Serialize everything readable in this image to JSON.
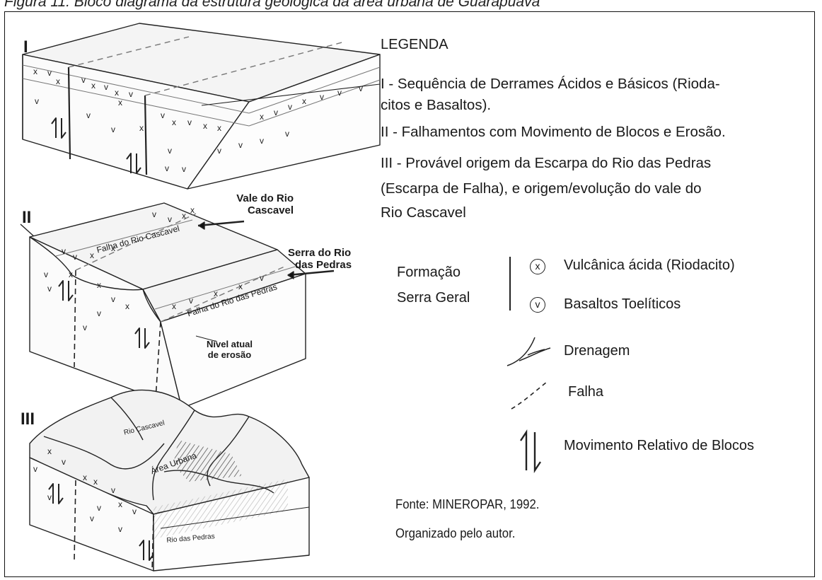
{
  "caption": "Figura 11: Bloco diagrama da estrutura geológica da área urbana de Guarapuava",
  "diagram": {
    "roman_1": "I",
    "roman_2": "II",
    "roman_3": "III",
    "vale_label_1": "Vale do Rio",
    "vale_label_2": "Cascavel",
    "serra_label_1": "Serra do Rio",
    "serra_label_2": "das Pedras",
    "falha_cascavel": "Falha do Rio Cascavel",
    "falha_pedras": "Falha do Rio das Pedras",
    "nivel_1": "Nível atual",
    "nivel_2": "de erosão",
    "rio_cascavel": "Rio Cascavel",
    "area_urbana": "Área Urbana",
    "rio_pedras": "Rio das Pedras",
    "symbol_x": "x",
    "symbol_v": "v"
  },
  "legend": {
    "title": "LEGENDA",
    "item1_line1": "I - Sequência de Derrames Ácidos e Básicos (Rioda-",
    "item1_line2": "citos e Basaltos).",
    "item2": "II - Falhamentos com Movimento de Blocos e Erosão.",
    "item3_line1": "III - Provável origem da  Escarpa do Rio das Pedras",
    "item3_line2": "(Escarpa de Falha), e origem/evolução do vale do",
    "item3_line3": "Rio Cascavel",
    "formacao_1": "Formação",
    "formacao_2": "Serra Geral",
    "x_symbol": "x",
    "v_symbol": "v",
    "acid_label": "Vulcânica ácida (Riodacito)",
    "basalt_label": "Basaltos Toelíticos",
    "drenagem_label": "Drenagem",
    "falha_label": "Falha",
    "movimento_label": "Movimento Relativo de Blocos",
    "fonte": "Fonte: MINEROPAR, 1992.",
    "organizado": "Organizado pelo autor."
  }
}
